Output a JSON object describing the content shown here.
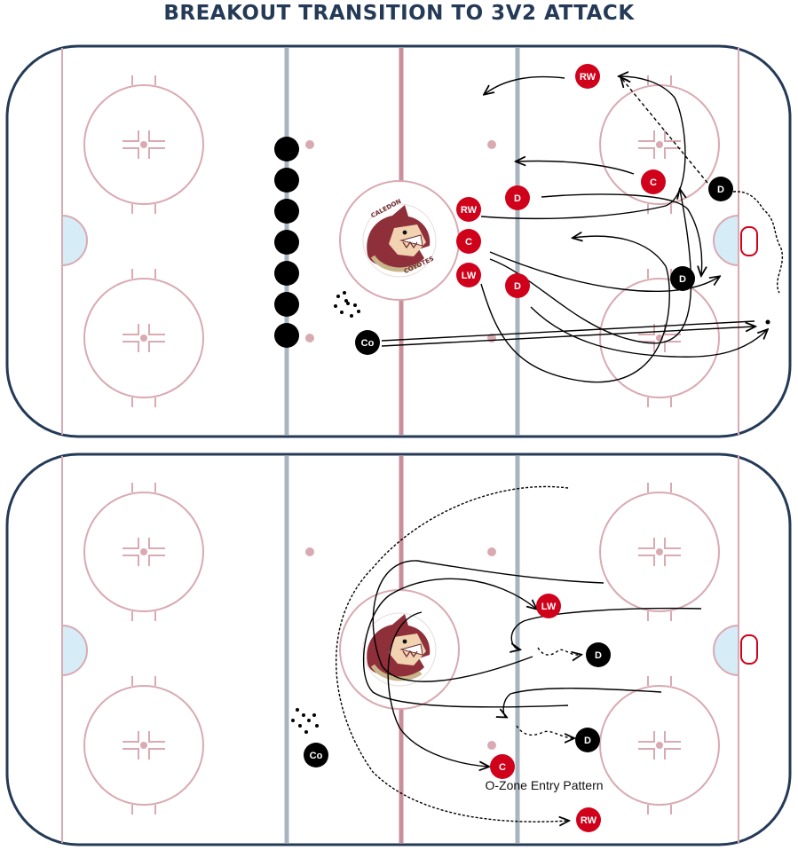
{
  "title": "BREAKOUT TRANSITION TO 3V2 ATTACK",
  "colors": {
    "rink_border": "#243a57",
    "rink_lines": "#d9aab2",
    "center_line": "#c98f9a",
    "blue_line": "#a8b4bf",
    "crease": "#d6ecf7",
    "red_player": "#d0021b",
    "black_player": "#000000",
    "path": "#000000"
  },
  "logo": {
    "text_top": "CALEDON",
    "text_bottom": "COYOTES",
    "icon": "coyote-head-logo"
  },
  "rinks": [
    {
      "players": [
        {
          "label": "RW",
          "team": "red"
        },
        {
          "label": "C",
          "team": "red"
        },
        {
          "label": "D",
          "team": "red"
        },
        {
          "label": "RW",
          "team": "red"
        },
        {
          "label": "C",
          "team": "red"
        },
        {
          "label": "LW",
          "team": "red"
        },
        {
          "label": "D",
          "team": "red"
        },
        {
          "label": "D",
          "team": "black"
        },
        {
          "label": "D",
          "team": "black"
        },
        {
          "label": "Co",
          "team": "black"
        }
      ],
      "queue_count": 7
    },
    {
      "players": [
        {
          "label": "LW",
          "team": "red"
        },
        {
          "label": "C",
          "team": "red"
        },
        {
          "label": "RW",
          "team": "red"
        },
        {
          "label": "D",
          "team": "black"
        },
        {
          "label": "D",
          "team": "black"
        },
        {
          "label": "Co",
          "team": "black"
        }
      ],
      "caption": "O-Zone Entry Pattern"
    }
  ]
}
